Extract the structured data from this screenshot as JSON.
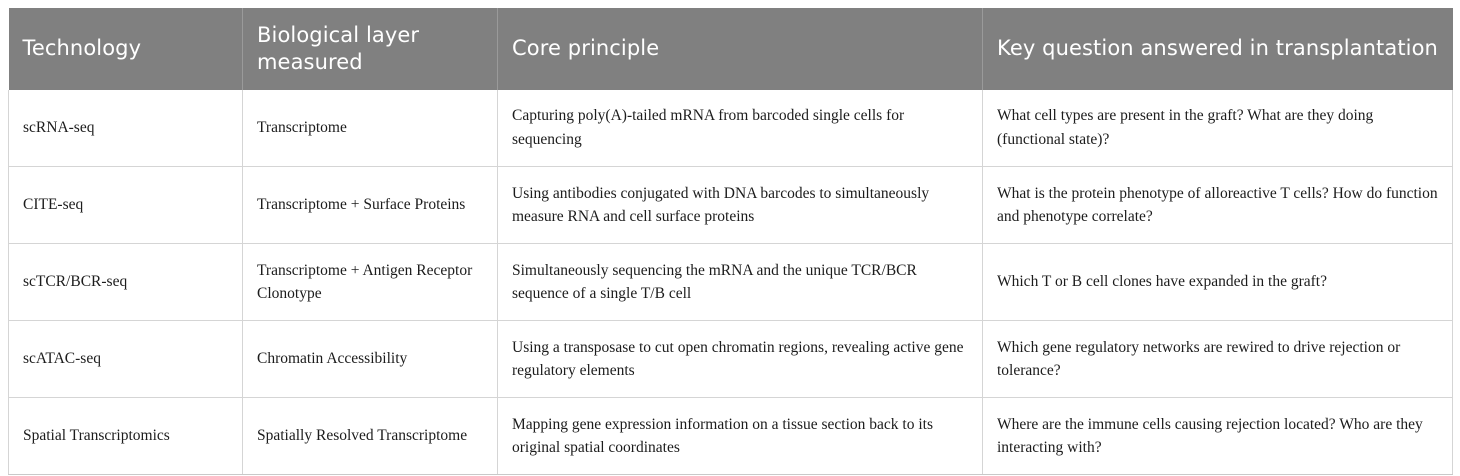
{
  "table": {
    "columns": [
      {
        "key": "technology",
        "label": "Technology"
      },
      {
        "key": "layer",
        "label": "Biological layer measured"
      },
      {
        "key": "principle",
        "label": "Core principle"
      },
      {
        "key": "question",
        "label": "Key question answered in transplantation"
      }
    ],
    "header_bg": "#808080",
    "header_text_color": "#ffffff",
    "body_text_color": "#1c1c1c",
    "border_color": "#d5d5d5",
    "rows": [
      {
        "technology": "scRNA-seq",
        "layer": "Transcriptome",
        "principle": "Capturing poly(A)-tailed mRNA from barcoded single cells for sequencing",
        "question": "What cell types are present in the graft? What are they doing (functional state)?"
      },
      {
        "technology": "CITE-seq",
        "layer": "Transcriptome + Surface Proteins",
        "principle": "Using antibodies conjugated with DNA barcodes to simultaneously measure RNA and cell surface proteins",
        "question": "What is the protein phenotype of alloreactive T cells? How do function and phenotype correlate?"
      },
      {
        "technology": "scTCR/BCR-seq",
        "layer": "Transcriptome + Antigen Receptor Clonotype",
        "principle": "Simultaneously sequencing the mRNA and the unique TCR/BCR sequence of a single T/B cell",
        "question": "Which T or B cell clones have expanded in the graft?"
      },
      {
        "technology": "scATAC-seq",
        "layer": "Chromatin Accessibility",
        "principle": "Using a transposase to cut open chromatin regions, revealing active gene regulatory elements",
        "question": "Which gene regulatory networks are rewired to drive rejection or tolerance?"
      },
      {
        "technology": "Spatial Transcriptomics",
        "layer": "Spatially Resolved Transcriptome",
        "principle": "Mapping gene expression information on a tissue section back to its original spatial coordinates",
        "question": "Where are the immune cells causing rejection located? Who are they interacting with?"
      }
    ]
  }
}
